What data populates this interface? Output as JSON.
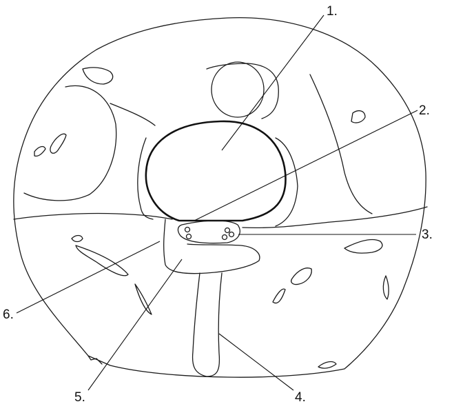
{
  "figure": {
    "labels": {
      "l1": "1.",
      "l2": "2.",
      "l3": "3.",
      "l4": "4.",
      "l5": "5.",
      "l6": "6."
    },
    "colors": {
      "ink": "#111111",
      "background": "#ffffff"
    }
  }
}
